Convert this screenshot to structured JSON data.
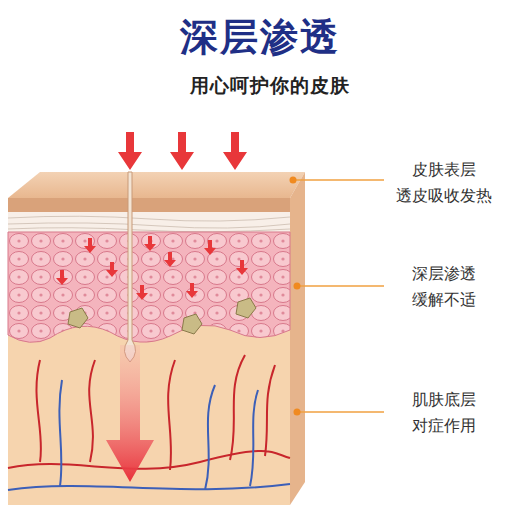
{
  "diagram": {
    "title": "深层渗透",
    "labels": [
      "用心呵护你的皮肤",
      "皮肤表层 透皮吸收发热",
      "深层渗透 缓解不适",
      "肌肤底层 对症作用"
    ]
  }
}
